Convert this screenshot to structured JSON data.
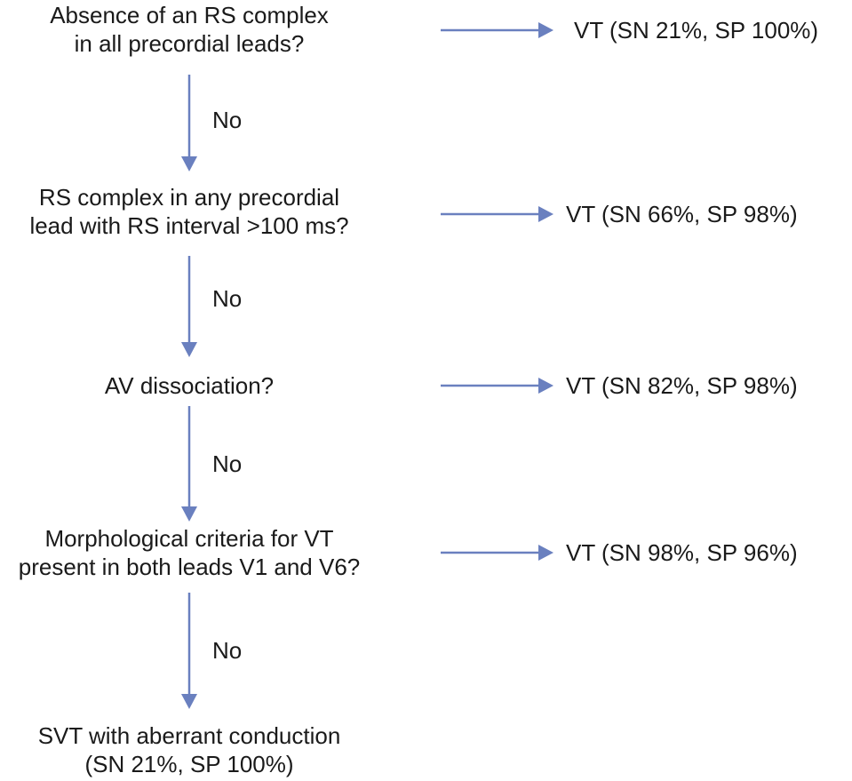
{
  "steps": [
    {
      "question": "Absence of an RS complex\nin all precordial leads?",
      "yes_result": "VT (SN 21%, SP 100%)",
      "no_label": "No"
    },
    {
      "question": "RS complex in any precordial\nlead with RS interval >100 ms?",
      "yes_result": "VT (SN 66%, SP 98%)",
      "no_label": "No"
    },
    {
      "question": "AV dissociation?",
      "yes_result": "VT (SN 82%, SP 98%)",
      "no_label": "No"
    },
    {
      "question": "Morphological criteria for VT\npresent in both leads V1 and V6?",
      "yes_result": "VT (SN 98%, SP 96%)",
      "no_label": "No"
    }
  ],
  "final": "SVT with aberrant conduction\n(SN 21%, SP 100%)",
  "colors": {
    "arrow": "#6a80bf",
    "text": "#1a1a1a"
  }
}
